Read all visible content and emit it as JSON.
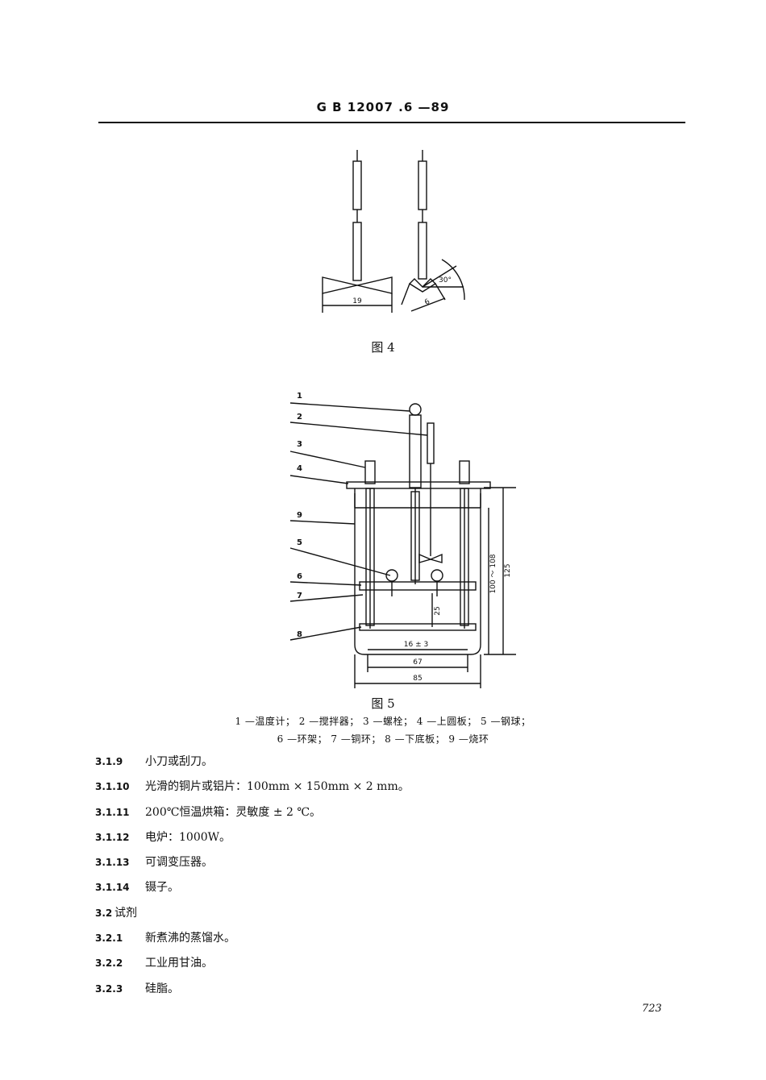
{
  "header": {
    "standard_code": "G B 12007 .6 —89"
  },
  "figure4": {
    "caption": "图 4",
    "dims": {
      "width": "19",
      "blade": "6",
      "angle": "30°"
    }
  },
  "figure5": {
    "caption": "图 5",
    "callouts": [
      "1",
      "2",
      "3",
      "4",
      "9",
      "5",
      "6",
      "7",
      "8"
    ],
    "dims": {
      "d125": "125",
      "d100_108": "100 ～ 108",
      "d25": "25",
      "d16": "16 ± 3",
      "d67": "67",
      "d85": "85"
    },
    "legend_line1": "1 —温度计； 2 —搅拌器； 3 —螺栓； 4 —上圆板； 5 —钢球；",
    "legend_line2": "6 —环架； 7 —铜环； 8 —下底板； 9 —烧环"
  },
  "items": [
    {
      "num": "3.1.9",
      "text": "小刀或刮刀。"
    },
    {
      "num": "3.1.10",
      "text": "光滑的铜片或铝片：100mm × 150mm × 2 mm。"
    },
    {
      "num": "3.1.11",
      "text": "200℃恒温烘箱：灵敏度 ± 2 ℃。"
    },
    {
      "num": "3.1.12",
      "text": "电炉：1000W。"
    },
    {
      "num": "3.1.13",
      "text": "可调变压器。"
    },
    {
      "num": "3.1.14",
      "text": "镊子。"
    },
    {
      "num": "3.2",
      "text": "试剂"
    },
    {
      "num": "3.2.1",
      "text": "新煮沸的蒸馏水。"
    },
    {
      "num": "3.2.2",
      "text": "工业用甘油。"
    },
    {
      "num": "3.2.3",
      "text": "硅脂。"
    }
  ],
  "page_number": "723"
}
